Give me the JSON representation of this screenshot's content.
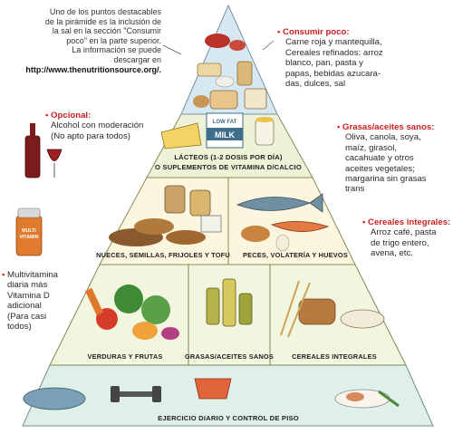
{
  "intro_note": {
    "lines": [
      "Uno de los puntos destacables",
      "de la pirámide es la inclusión de",
      "la sal en la sección \"Consumir",
      "poco\" en la parte superior.",
      "La información se puede",
      "descargar en"
    ],
    "url": "http://www.thenutritionsource.org/."
  },
  "consumir_poco": {
    "title": "Consumir poco:",
    "lines": [
      "Carne roja y mantequilla,",
      "Cereales refinados: arroz",
      "blanco, pan, pasta y",
      "papas, bebidas azucara-",
      "das, dulces, sal"
    ]
  },
  "opcional": {
    "title": "Opcional:",
    "lines": [
      "Alcohol con moderación",
      "(No apto para todos)"
    ]
  },
  "grasas_note": {
    "title": "Grasas/aceites sanos:",
    "lines": [
      "Oliva, canola, soya,",
      "maíz, girasol,",
      "cacahuate y otros",
      "aceites vegetales;",
      "margarina sin grasas",
      "trans"
    ]
  },
  "cereales_note": {
    "title": "Cereales integrales:",
    "lines": [
      "Arroz café, pasta",
      "de trigo entero,",
      "avena, etc."
    ]
  },
  "multivitamina_note": {
    "lines": [
      "Multivitamina",
      "diaria más",
      "Vitamina D",
      "adicional",
      "(Para casi",
      "todos)"
    ]
  },
  "pyramid": {
    "lacteos": [
      "LÁCTEOS (1-2 DOSIS POR DÍA)",
      "O SUPLEMENTOS DE VITAMINA D/CALCIO"
    ],
    "nueces": "NUECES, SEMILLAS, FRIJOLES Y TOFU",
    "peces": "PECES, VOLATERÍA Y HUEVOS",
    "verduras": "VERDURAS Y FRUTAS",
    "grasas": "GRASAS/ACEITES SANOS",
    "cereales": "CEREALES INTEGRALES",
    "ejercicio": "EJERCICIO DIARIO Y CONTROL DE PISO"
  },
  "food_text": {
    "milk": "MILK",
    "low_fat": "LOW FAT",
    "multivitamin_bottle": [
      "MULTI",
      "VITAMIN"
    ]
  },
  "colors": {
    "accent_red": "#c81f1f",
    "tier_top": "#d6e9f2",
    "tier_lacteos": "#eef3d8",
    "tier_mid": "#fbf6dd",
    "tier_veg": "#f1f6dd",
    "base_band": "#dff0ea"
  }
}
